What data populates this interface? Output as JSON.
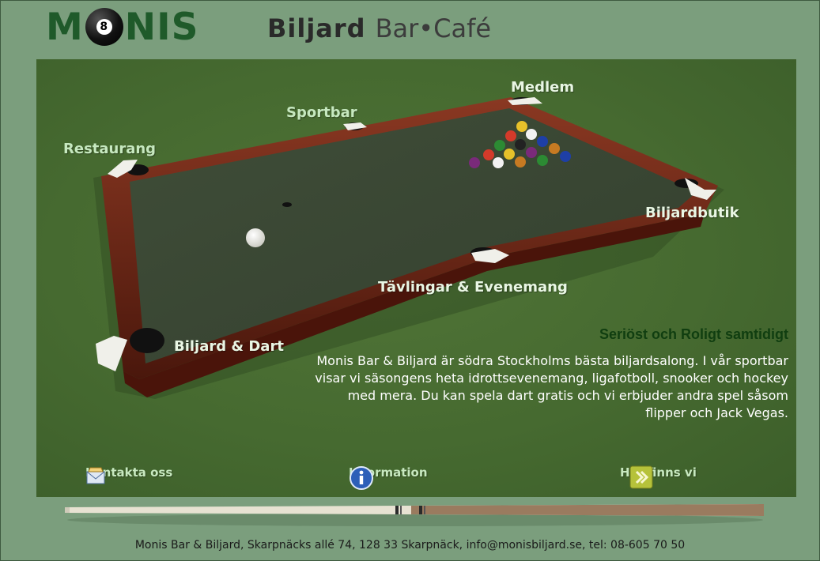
{
  "header": {
    "logo_text_left": "M",
    "logo_ball_number": "8",
    "logo_text_right": "NIS",
    "tagline_bold": "Biljard",
    "tagline_light": "Bar•Café"
  },
  "nav": {
    "medlem": "Medlem",
    "sportbar": "Sportbar",
    "restaurang": "Restaurang",
    "biljardbutik": "Biljardbutik",
    "tavlingar": "Tävlingar & Evenemang",
    "biljard_dart": "Biljard & Dart"
  },
  "intro": {
    "headline": "Seriöst och Roligt samtidigt",
    "text": "Monis Bar & Biljard är södra Stockholms bästa biljardsalong. I vår sportbar visar vi säsongens heta idrottsevenemang, ligafotboll, snooker och hockey med mera. Du kan spela dart gratis och vi erbjuder andra spel såsom flipper och Jack Vegas."
  },
  "bottom_links": {
    "contact": "Kontakta oss",
    "information": "Information",
    "location": "Här finns vi"
  },
  "icons": {
    "contact": "envelope-icon",
    "information": "info-icon",
    "location": "arrow-forward-icon"
  },
  "footer": {
    "text": "Monis Bar & Biljard, Skarpnäcks allé 74, 128 33 Skarpnäck, info@monisbiljard.se, tel: 08-605 70 50"
  },
  "colors": {
    "page_bg": "#7b9e7d",
    "stage_bg": "#466a30",
    "felt": "#3d4a36",
    "rail": "#6e2a1a",
    "nav_text": "#c6e8bf",
    "headline": "#103e10"
  }
}
